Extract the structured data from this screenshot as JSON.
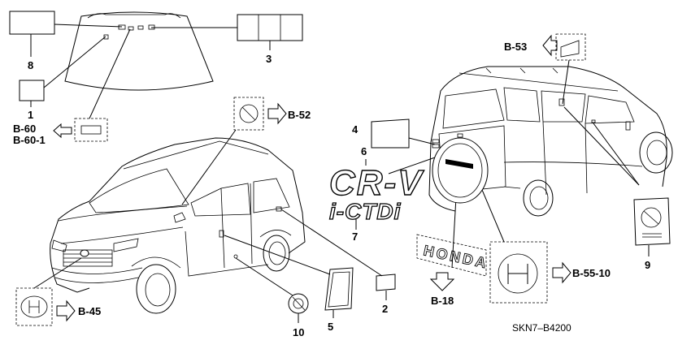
{
  "diagram": {
    "part_numbers": [
      "8",
      "3",
      "1",
      "4",
      "6",
      "7",
      "5",
      "10",
      "2",
      "9"
    ],
    "references": [
      "B-60",
      "B-60-1",
      "B-52",
      "B-53",
      "B-45",
      "B-18",
      "B-55-10"
    ],
    "drawing_code": "SKN7–B4200",
    "badge_texts": {
      "crv": "CR-V",
      "ictdi": "i-CTDi",
      "honda": "HONDA"
    }
  }
}
